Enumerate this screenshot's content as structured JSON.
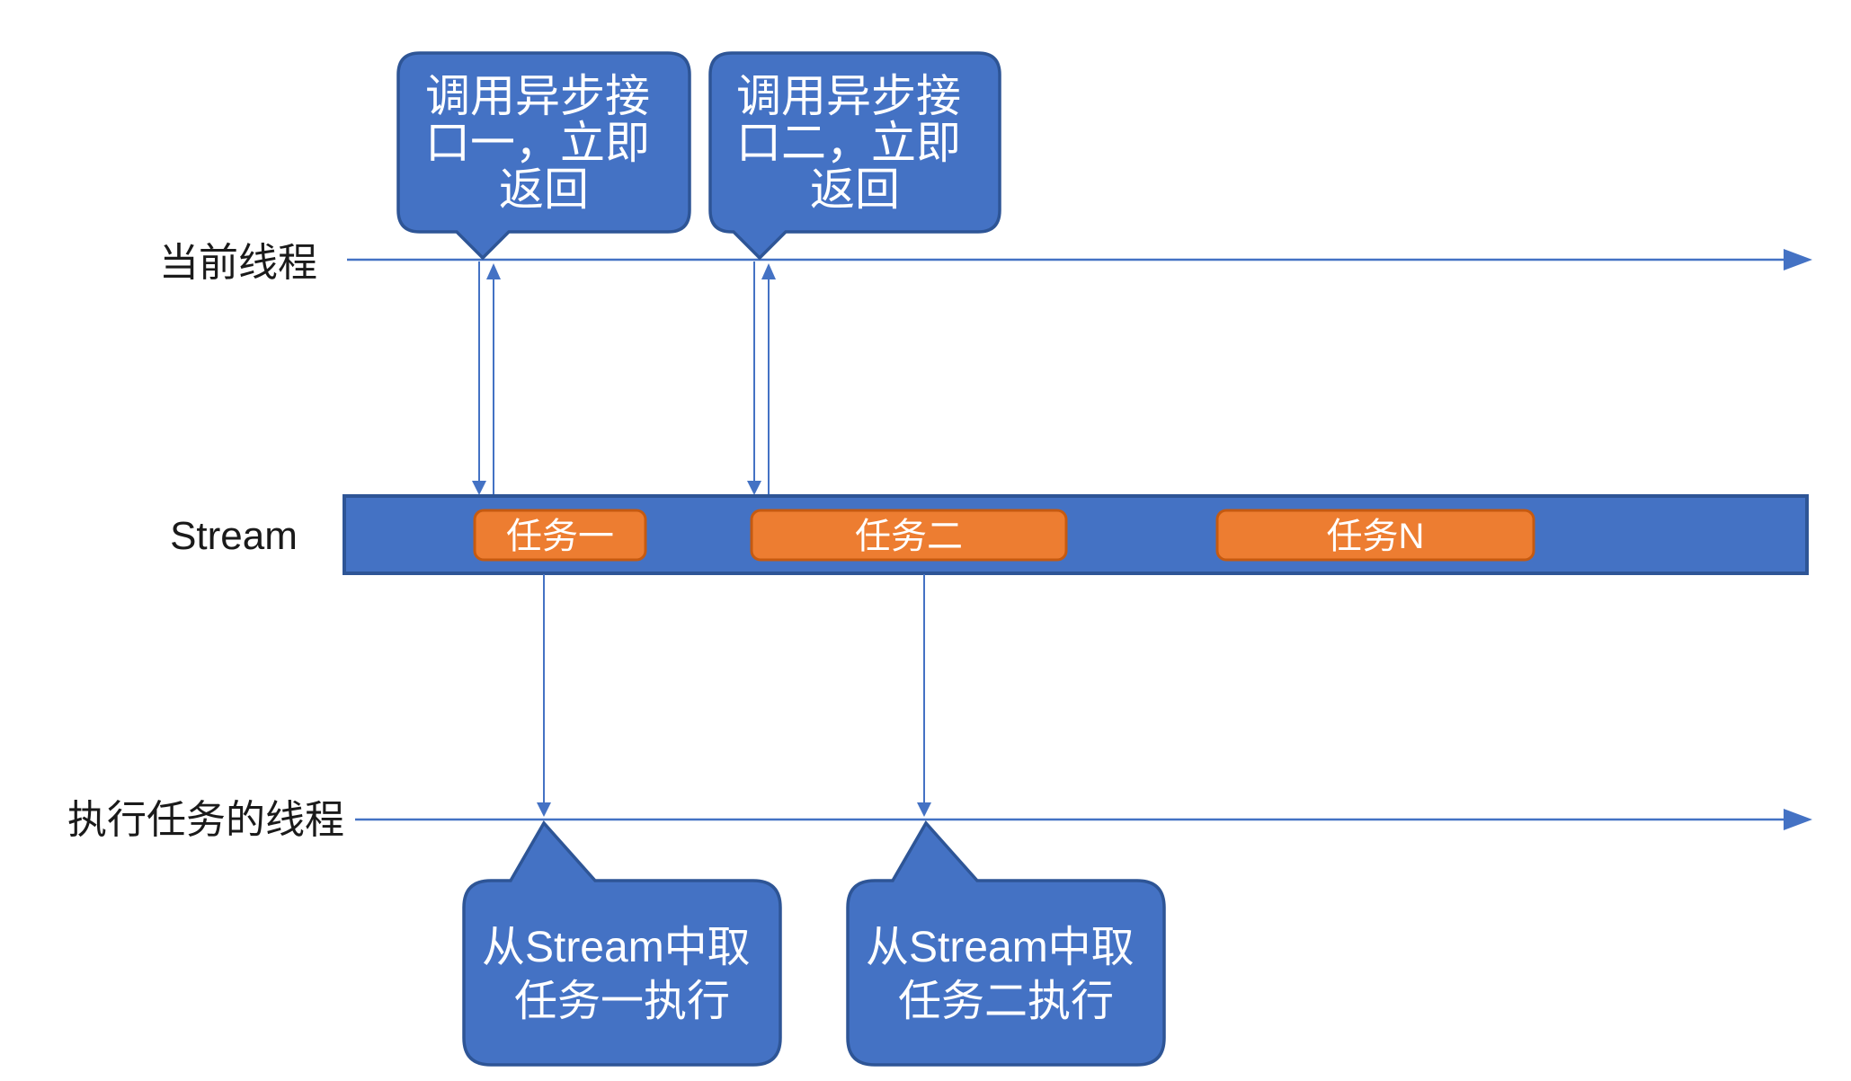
{
  "diagram": {
    "current_thread_label": "当前线程",
    "stream_label": "Stream",
    "worker_thread_label": "执行任务的线程",
    "top_bubbles": [
      {
        "lines": [
          "调用异步接",
          "口一，立即",
          "返回"
        ]
      },
      {
        "lines": [
          "调用异步接",
          "口二，立即",
          "返回"
        ]
      }
    ],
    "tasks": [
      "任务一",
      "任务二",
      "任务N"
    ],
    "bottom_bubbles": [
      {
        "lines": [
          "从Stream中取",
          "任务一执行"
        ]
      },
      {
        "lines": [
          "从Stream中取",
          "任务二执行"
        ]
      }
    ]
  },
  "colors": {
    "bubble_fill": "#4472C4",
    "bubble_stroke": "#2E5596",
    "bar_fill": "#4472C4",
    "bar_stroke": "#2E5596",
    "task_fill": "#ED7D31",
    "task_stroke": "#C55A11",
    "arrow": "#4472C4",
    "label_text": "#1A1A1A",
    "bubble_text": "#FFFFFF"
  }
}
